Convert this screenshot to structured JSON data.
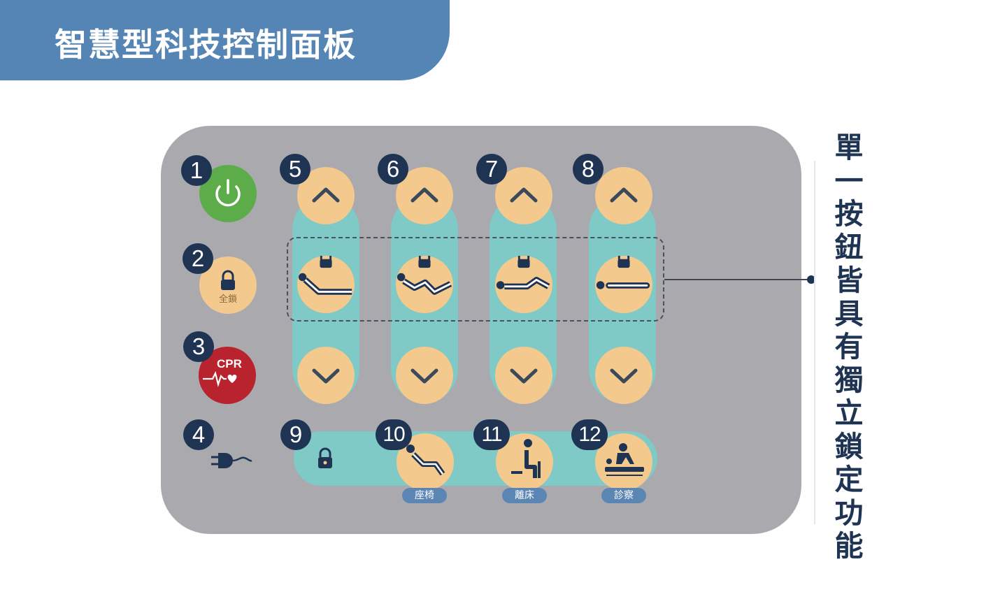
{
  "header": {
    "title": "智慧型科技控制面板"
  },
  "side_text": "單一按鈕皆具有獨立鎖定功能",
  "panel": {
    "numbers": [
      "1",
      "2",
      "3",
      "4",
      "5",
      "6",
      "7",
      "8",
      "9",
      "10",
      "11",
      "12"
    ],
    "buttons": {
      "power": {
        "icon": "power-icon"
      },
      "lock_all": {
        "icon": "lock-icon",
        "label": "全鎖"
      },
      "cpr": {
        "icon": "cpr-heart-icon",
        "label": "CPR"
      },
      "plug": {
        "icon": "plug-icon"
      },
      "lock_group": {
        "icon": "lock-icon"
      }
    },
    "columns": [
      {
        "number": "5",
        "up_icon": "chevron-up-icon",
        "mid_icon": "backrest-lock-icon",
        "down_icon": "chevron-down-icon"
      },
      {
        "number": "6",
        "up_icon": "chevron-up-icon",
        "mid_icon": "knee-lock-icon",
        "down_icon": "chevron-down-icon"
      },
      {
        "number": "7",
        "up_icon": "chevron-up-icon",
        "mid_icon": "height-lock-icon",
        "down_icon": "chevron-down-icon"
      },
      {
        "number": "8",
        "up_icon": "chevron-up-icon",
        "mid_icon": "tilt-lock-icon",
        "down_icon": "chevron-down-icon"
      }
    ],
    "presets": [
      {
        "number": "10",
        "label": "座椅",
        "icon": "chair-position-icon"
      },
      {
        "number": "11",
        "label": "離床",
        "icon": "bed-exit-icon"
      },
      {
        "number": "12",
        "label": "診察",
        "icon": "exam-position-icon"
      }
    ],
    "colors": {
      "panel": "#a9a9ae",
      "strip": "#7fc9c7",
      "button": "#f3c98e",
      "badge": "#1f3352",
      "power": "#5cad4a",
      "cpr": "#b8232d",
      "header": "#5585b5"
    }
  }
}
